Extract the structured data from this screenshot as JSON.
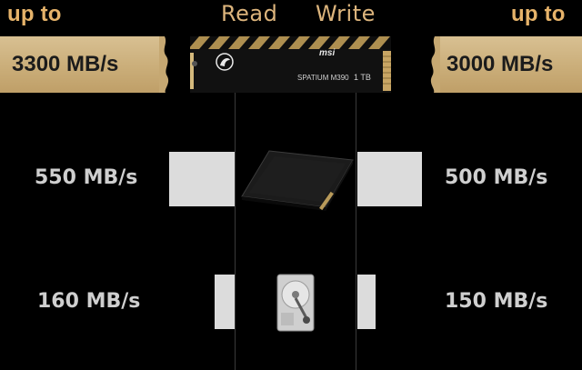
{
  "header": {
    "left_up_to": "up to",
    "read": "Read",
    "write": "Write",
    "right_up_to": "up to"
  },
  "nvme": {
    "read_speed": "3300 MB/s",
    "write_speed": "3000 MB/s",
    "brand": "msi",
    "model": "SPATIUM M390",
    "capacity": "1 TB"
  },
  "sata_ssd": {
    "read_speed": "550 MB/s",
    "write_speed": "500 MB/s"
  },
  "hdd": {
    "read_speed": "160 MB/s",
    "write_speed": "150 MB/s"
  },
  "colors": {
    "gold_text": "#e6b36a",
    "gold_band": "#c9ac77",
    "background": "#000000",
    "bar": "#dcdcdc"
  }
}
